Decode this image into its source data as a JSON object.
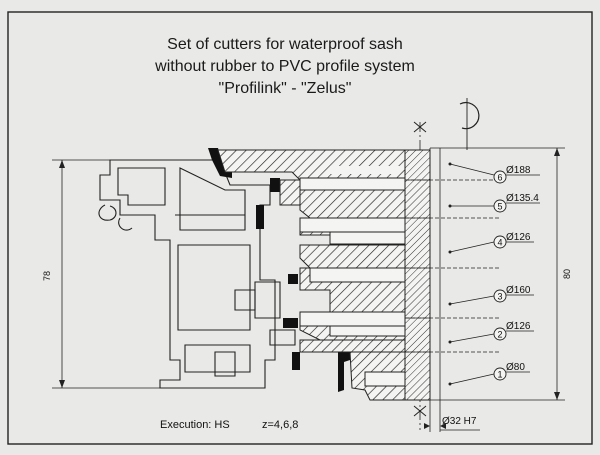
{
  "title": {
    "line1": "Set of cutters for waterproof sash",
    "line2": "without rubber to  PVC profile system",
    "line3": "\"Profilink\" - \"Zelus\""
  },
  "dimensions": {
    "left_height": "78",
    "right_height": "80",
    "bore": "Ø32 H7"
  },
  "cutters": [
    {
      "number": "1",
      "diameter": "Ø80"
    },
    {
      "number": "2",
      "diameter": "Ø126"
    },
    {
      "number": "3",
      "diameter": "Ø160"
    },
    {
      "number": "4",
      "diameter": "Ø126"
    },
    {
      "number": "5",
      "diameter": "Ø135.4"
    },
    {
      "number": "6",
      "diameter": "Ø188"
    }
  ],
  "footer": {
    "execution": "Execution: HS",
    "teeth": "z=4,6,8"
  }
}
